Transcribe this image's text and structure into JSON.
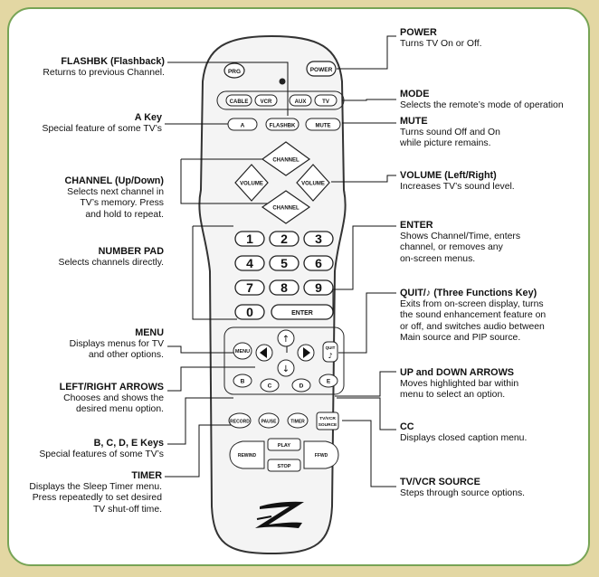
{
  "callouts": {
    "flashbk": {
      "title": "FLASHBK (Flashback)",
      "desc": "Returns to previous Channel."
    },
    "akey": {
      "title": "A Key",
      "desc": "Special feature of some TV’s"
    },
    "channel": {
      "title": "CHANNEL (Up/Down)",
      "desc": "Selects next channel in\nTV’s memory. Press\nand hold to repeat."
    },
    "numpad": {
      "title": "NUMBER PAD",
      "desc": "Selects channels directly."
    },
    "menu": {
      "title": "MENU",
      "desc": "Displays menus for TV\nand other options."
    },
    "leftright": {
      "title": "LEFT/RIGHT ARROWS",
      "desc": "Chooses and shows the\ndesired menu option."
    },
    "bcde": {
      "title": "B, C, D, E  Keys",
      "desc": "Special features of some TV’s"
    },
    "timer": {
      "title": "TIMER",
      "desc": "Displays the Sleep Timer menu.\nPress repeatedly to set desired\nTV shut-off time."
    },
    "power": {
      "title": "POWER",
      "desc": "Turns TV On or Off."
    },
    "mode": {
      "title": "MODE",
      "desc": "Selects the remote’s mode of operation"
    },
    "mute": {
      "title": "MUTE",
      "desc": "Turns sound Off and On\nwhile picture remains."
    },
    "volume": {
      "title": "VOLUME (Left/Right)",
      "desc": "Increases TV’s sound level."
    },
    "enter": {
      "title": "ENTER",
      "desc": "Shows Channel/Time, enters\nchannel, or removes any\non-screen menus."
    },
    "quit": {
      "title": "QUIT/♪  (Three Functions Key)",
      "desc": "Exits from on-screen display, turns\nthe sound enhancement feature on\nor off, and switches audio between\nMain source and PIP source."
    },
    "updown": {
      "title": "UP and DOWN ARROWS",
      "desc": "Moves highlighted bar within\nmenu to select an option."
    },
    "cc": {
      "title": "CC",
      "desc": "Displays closed caption menu."
    },
    "tvvcr": {
      "title": "TV/VCR SOURCE",
      "desc": "Steps through source options."
    }
  },
  "remote": {
    "prg": "PRG",
    "power": "POWER",
    "cable": "CABLE",
    "vcr": "VCR",
    "aux": "AUX",
    "tv": "TV",
    "a": "A",
    "flashbk": "FLASHBK",
    "mute": "MUTE",
    "channel_up": "CHANNEL",
    "channel_down": "CHANNEL",
    "volume_left": "VOLUME",
    "volume_right": "VOLUME",
    "digits": [
      "1",
      "2",
      "3",
      "4",
      "5",
      "6",
      "7",
      "8",
      "9",
      "0"
    ],
    "enter": "ENTER",
    "menu": "MENU",
    "quit": "QUIT",
    "b": "B",
    "c": "C",
    "d": "D",
    "e": "E",
    "record": "RECORD",
    "pause": "PAUSE",
    "timer": "TIMER",
    "tvvcr_1": "TV/VCR",
    "tvvcr_2": "SOURCE",
    "play": "PLAY",
    "rewind": "REWIND",
    "ffwd": "FFWD",
    "stop": "STOP"
  },
  "colors": {
    "background": "#e3d7a3",
    "border": "#77a455",
    "remote_body": "#f4f4f4",
    "remote_outline": "#333333"
  }
}
